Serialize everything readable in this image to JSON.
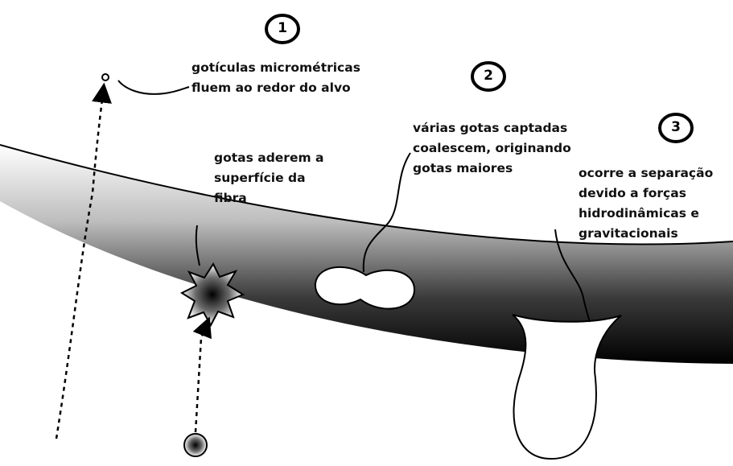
{
  "steps": [
    {
      "number": "1",
      "lines": [
        "gotículas micrométricas",
        "fluem ao redor do alvo"
      ]
    },
    {
      "number": "2",
      "lines": [
        "várias gotas captadas",
        "coalescem, originando",
        "gotas maiores"
      ]
    },
    {
      "number": "3",
      "lines": [
        "ocorre a separação",
        "devido a forças",
        "hidrodinâmicas e",
        "gravitacionais"
      ]
    }
  ],
  "adhesion_label": [
    "gotas aderem a",
    "superfície da",
    "fibra"
  ],
  "colors": {
    "fiber_dark": "#000000",
    "fiber_light": "#ffffff",
    "ink": "#111111"
  }
}
